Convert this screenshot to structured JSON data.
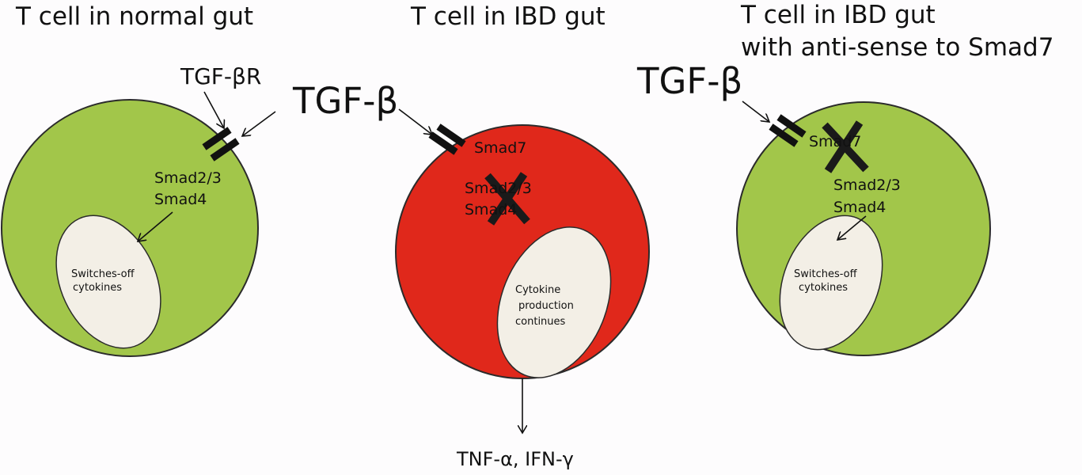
{
  "panels": {
    "normal": {
      "title": "T cell in normal gut",
      "receptor_label": "TGF-βR",
      "smad_line1": "Smad2/3",
      "smad_line2": "Smad4",
      "nucleus_line1": "Switches-off",
      "nucleus_line2": "cytokines",
      "cell_color": "#a2c64a"
    },
    "ibd": {
      "title": "T cell in IBD gut",
      "ligand_label": "TGF-β",
      "smad7_label": "Smad7",
      "smad_line1": "Smad2/3",
      "smad_line2": "Smad4",
      "nucleus_line1": "Cytokine",
      "nucleus_line2": "production",
      "nucleus_line3": "continues",
      "output_label": "TNF-α, IFN-γ",
      "cell_color": "#e0281b"
    },
    "antisense": {
      "title_line1": "T cell in IBD gut",
      "title_line2": "with anti-sense to Smad7",
      "ligand_label": "TGF-β",
      "smad7_label": "Smad7",
      "smad_line1": "Smad2/3",
      "smad_line2": "Smad4",
      "nucleus_line1": "Switches-off",
      "nucleus_line2": "cytokines",
      "cell_color": "#a2c64a"
    }
  },
  "colors": {
    "nucleus": "#f3efe6",
    "outline": "#2b2b2b",
    "ink": "#111111"
  }
}
